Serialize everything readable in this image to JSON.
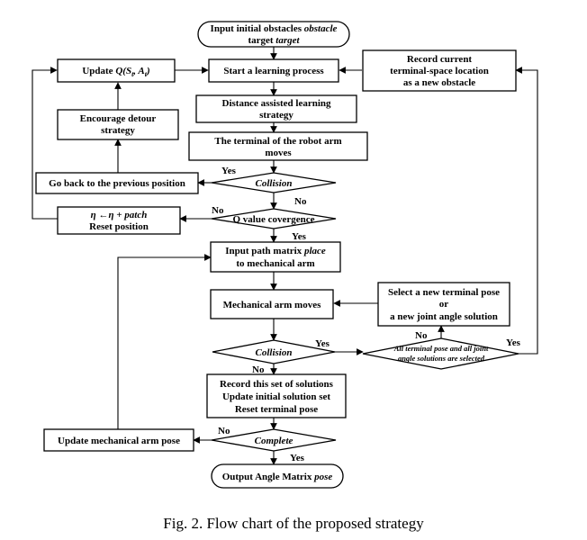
{
  "nodes": {
    "input_obstacles": {
      "line1": "Input initial obstacles ",
      "line1_var": "obstacle",
      "line2": "target ",
      "line2_var": "target"
    },
    "start_learning": {
      "text": "Start a learning process"
    },
    "update_q": {
      "text": "Update ",
      "formula_q": "Q",
      "formula_rest": "(S",
      "formula_sub1": "t",
      "formula_mid": ", A",
      "formula_sub2": "t",
      "formula_end": ")"
    },
    "record_obstacle": {
      "line1": "Record current",
      "line2": "terminal-space location",
      "line3": "as a new obstacle"
    },
    "distance_assisted": {
      "line1": "Distance assisted learning",
      "line2": "strategy"
    },
    "encourage_detour": {
      "line1": "Encourage detour",
      "line2": "strategy"
    },
    "arm_moves_terminal": {
      "line1": "The terminal of the robot arm",
      "line2": "moves"
    },
    "collision1": {
      "text": "Collision"
    },
    "go_back": {
      "text": "Go back to the previous position"
    },
    "eta_patch": {
      "line1": "η ←η + patch",
      "line2": "Reset position"
    },
    "q_convergence": {
      "text": "Q value covergence"
    },
    "input_path": {
      "line1": "Input path matrix ",
      "line1_var": "place",
      "line2": "to mechanical arm"
    },
    "mechanical_moves": {
      "text": "Mechanical arm moves"
    },
    "select_new": {
      "line1": "Select a new terminal pose",
      "line2": "or",
      "line3": "a new joint angle solution"
    },
    "collision2": {
      "text": "Collision"
    },
    "all_selected": {
      "line1": "All terminal pose and all joint",
      "line2": "angle solutions are selected"
    },
    "record_set": {
      "line1": "Record this set of solutions",
      "line2": "Update initial solution set",
      "line3": "Reset terminal pose"
    },
    "update_pose": {
      "text": "Update mechanical arm pose"
    },
    "complete": {
      "text": "Complete"
    },
    "output_angle": {
      "text": "Output Angle Matrix ",
      "var": "pose"
    }
  },
  "edge_labels": {
    "collision1_yes": "Yes",
    "collision1_no": "No",
    "qconv_no": "No",
    "qconv_yes": "Yes",
    "collision2_yes": "Yes",
    "collision2_no": "No",
    "allsel_no": "No",
    "allsel_yes": "Yes",
    "complete_no": "No",
    "complete_yes": "Yes"
  },
  "caption": "Fig. 2.  Flow chart of the proposed strategy"
}
